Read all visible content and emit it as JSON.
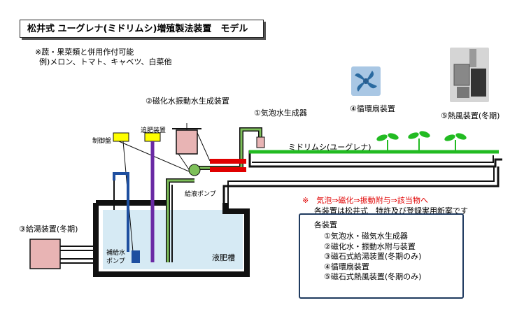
{
  "title": "松井式 ユーグレナ(ミドリムシ)増殖製法装置　モデル",
  "note": {
    "line1": "※蔬・果菜類と併用作付可能",
    "line2": "例)メロン、トマト、キャベツ、白菜他"
  },
  "labels": {
    "magnetize_device": "②磁化水振動水生成装置",
    "bubble_generator": "①気泡水生成器",
    "circulation_fan": "④循環扇装置",
    "hot_air_device": "⑤熱風装置(冬期)",
    "control_panel": "制御盤",
    "fertilizer_device": "追肥装置",
    "euglena": "ミドリムシ(ユーグレナ)",
    "feed_pump": "給液ポンプ",
    "water_heater": "③給湯装置(冬期)",
    "supply_pump_line1": "補給水",
    "supply_pump_line2": "ポンプ",
    "tank": "液肥槽"
  },
  "flow": {
    "text": "※　気泡⇒磁化⇒振動附与⇒該当物へ",
    "patent": "各装置は松井式　特許及び登録実用新案です"
  },
  "legend": {
    "heading": "各装置",
    "items": [
      "①気泡水・磁気水生成器",
      "②磁化水・振動水附与装置",
      "③磁石式給湯装置(冬期のみ)",
      "④循環扇装置",
      "⑤磁石式熱風装置(冬期のみ)"
    ]
  },
  "colors": {
    "pipe_green": "#7ec05a",
    "euglena_green": "#22bb22",
    "water": "#d6eaf4",
    "device_pink": "#e8b4b4",
    "control_yellow": "#ffff00",
    "flow_red": "#e00000",
    "legend_border": "#1f3a5f"
  }
}
